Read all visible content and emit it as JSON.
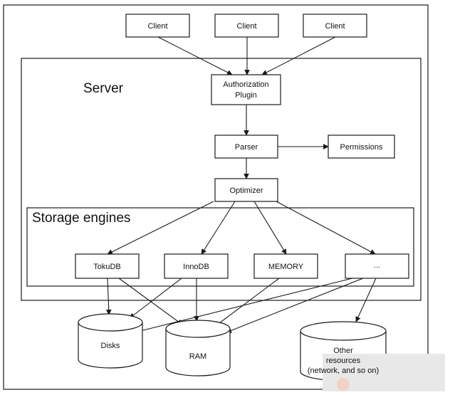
{
  "nodes": {
    "client_1": "Client",
    "client_2": "Client",
    "client_3": "Client",
    "auth_line1": "Authorization",
    "auth_line2": "Plugin",
    "parser": "Parser",
    "permissions": "Permissions",
    "optimizer": "Optimizer",
    "tokudb": "TokuDB",
    "innodb": "InnoDB",
    "memory": "MEMORY",
    "other_engine": "...",
    "disks": "Disks",
    "ram": "RAM",
    "other_line1": "Other",
    "other_line2": "resources",
    "other_line3": "(network, and so on)"
  },
  "groups": {
    "server": "Server",
    "storage_engines": "Storage engines"
  },
  "edges": [
    [
      "client_1",
      "authorization_plugin"
    ],
    [
      "client_2",
      "authorization_plugin"
    ],
    [
      "client_3",
      "authorization_plugin"
    ],
    [
      "authorization_plugin",
      "parser"
    ],
    [
      "parser",
      "permissions"
    ],
    [
      "parser",
      "optimizer"
    ],
    [
      "optimizer",
      "tokudb"
    ],
    [
      "optimizer",
      "innodb"
    ],
    [
      "optimizer",
      "memory"
    ],
    [
      "optimizer",
      "other_engine"
    ],
    [
      "tokudb",
      "disks"
    ],
    [
      "tokudb",
      "ram"
    ],
    [
      "innodb",
      "disks"
    ],
    [
      "innodb",
      "ram"
    ],
    [
      "memory",
      "ram"
    ],
    [
      "other_engine",
      "disks"
    ],
    [
      "other_engine",
      "ram"
    ],
    [
      "other_engine",
      "other_resources"
    ]
  ]
}
